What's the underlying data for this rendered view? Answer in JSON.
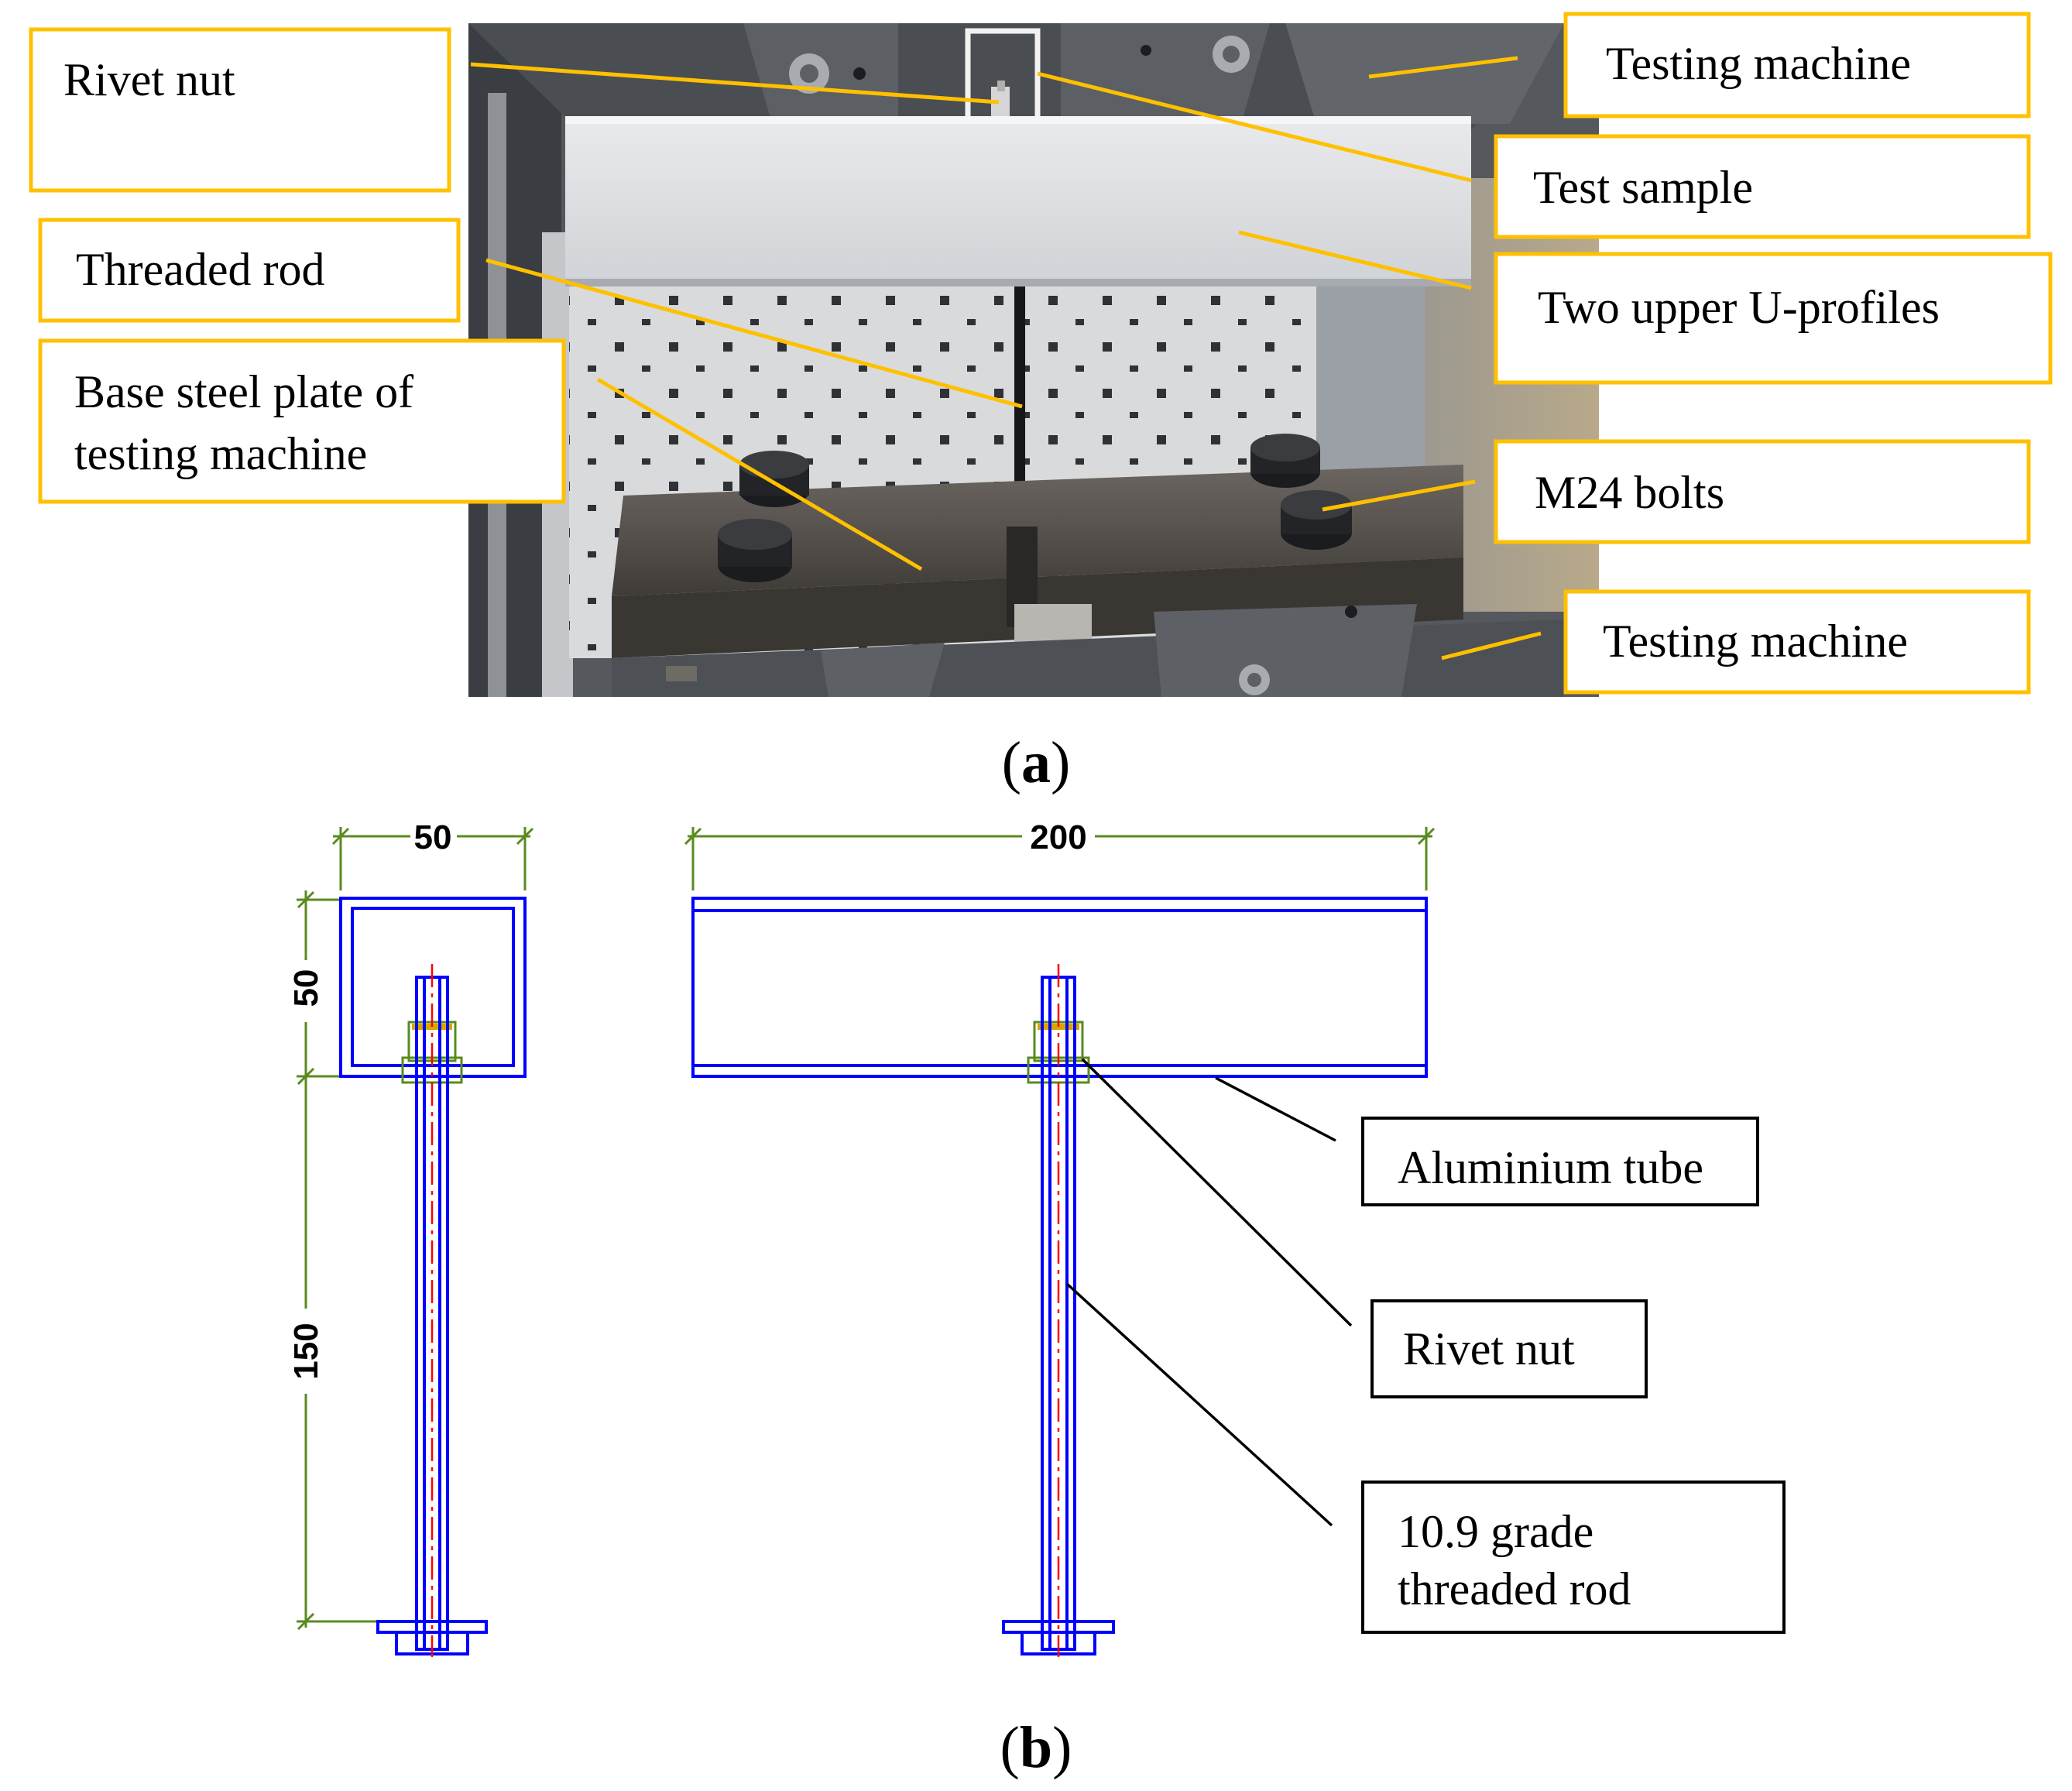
{
  "photo_labels": {
    "rivet_nut": "Rivet nut",
    "threaded_rod": "Threaded rod",
    "base_plate_line1": "Base steel plate of",
    "base_plate_line2": "testing machine",
    "testing_machine_top": "Testing machine",
    "test_sample": "Test sample",
    "upper_profiles": "Two upper U-profiles",
    "bolts": "M24 bolts",
    "testing_machine_bottom": "Testing machine"
  },
  "captions": {
    "a_open": "(",
    "a_letter": "a",
    "a_close": ")",
    "b_open": "(",
    "b_letter": "b",
    "b_close": ")"
  },
  "drawing_labels": {
    "aluminium_tube": "Aluminium tube",
    "rivet_nut": "Rivet nut",
    "rod_line1": "10.9 grade",
    "rod_line2": "threaded rod"
  },
  "dimensions": {
    "width_side": "50",
    "width_front": "200",
    "height_tube": "50",
    "height_rod": "150"
  },
  "colors": {
    "label_border": "#ffc000",
    "drawing_line": "#0000ff",
    "dimension_line": "#5a8a1e",
    "centerline": "#ff0000",
    "leader": "#000000"
  }
}
